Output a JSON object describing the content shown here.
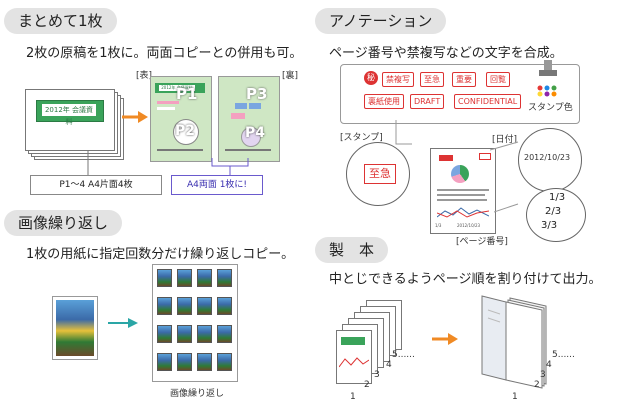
{
  "combine": {
    "title": "まとめて1枚",
    "desc": "2枚の原稿を1枚に。両面コピーとの併用も可。",
    "front_label": "[表]",
    "back_label": "[裏]",
    "doc_title": "2012年 会議資料",
    "mini_title": "2012年 会議資料",
    "pages": [
      "P1",
      "P2",
      "P3",
      "P4"
    ],
    "caption_left": "P1〜4 A4片面4枚",
    "caption_right": "A4両面 1枚に!"
  },
  "annotation": {
    "title": "アノテーション",
    "desc": "ページ番号や禁複写などの文字を合成。",
    "stamps_row1": [
      "秘",
      "禁複写",
      "至急",
      "重要",
      "回覧"
    ],
    "stamps_row2": [
      "裏紙使用",
      "DRAFT",
      "CONFIDENTIAL"
    ],
    "stamp_color_label": "スタンプ色",
    "stamp_label": "[スタンプ]",
    "stamp_example": "至急",
    "date_label": "[日付]",
    "date_value": "2012/10/23",
    "date_small": "2012/10/23",
    "page_small": "1/3",
    "page_label": "[ページ番号]",
    "page_numbers": [
      "1/3",
      "2/3",
      "3/3"
    ],
    "colors": {
      "red": "#d33333",
      "palette": [
        "#e53935",
        "#1e88e5",
        "#43a047",
        "#fdd835",
        "#8e24aa",
        "#fb8c00"
      ]
    }
  },
  "repeat": {
    "title": "画像繰り返し",
    "desc": "1枚の用紙に指定回数分だけ繰り返しコピー。",
    "caption": "画像繰り返し"
  },
  "booklet": {
    "title": "製　本",
    "desc": "中とじできるようページ順を割り付けて出力。",
    "left_numbers": [
      "5......",
      "4",
      "3",
      "2",
      "1"
    ],
    "right_numbers": [
      "5......",
      "4",
      "3",
      "2",
      "1"
    ]
  }
}
